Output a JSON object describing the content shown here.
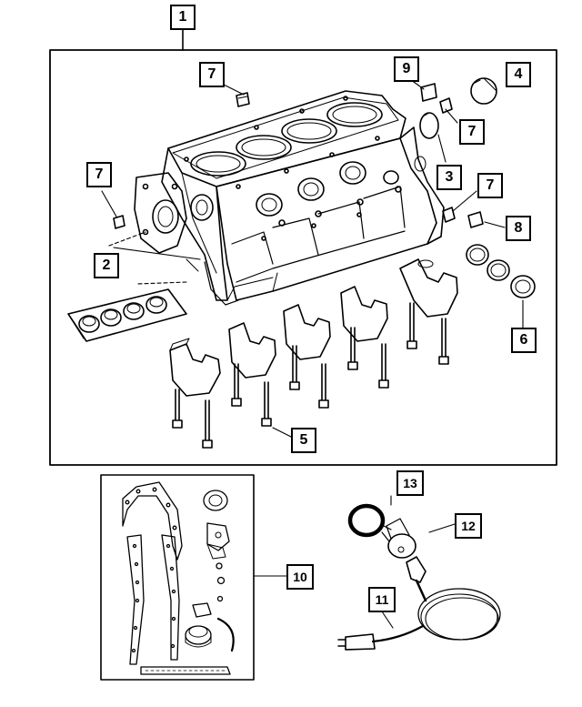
{
  "callouts": {
    "c1": "1",
    "c2": "2",
    "c3": "3",
    "c4": "4",
    "c5": "5",
    "c6": "6",
    "c7a": "7",
    "c7b": "7",
    "c7c": "7",
    "c7d": "7",
    "c8": "8",
    "c9": "9",
    "c10": "10",
    "c11": "11",
    "c12": "12",
    "c13": "13"
  },
  "colors": {
    "ink": "#000000",
    "paper": "#ffffff"
  }
}
